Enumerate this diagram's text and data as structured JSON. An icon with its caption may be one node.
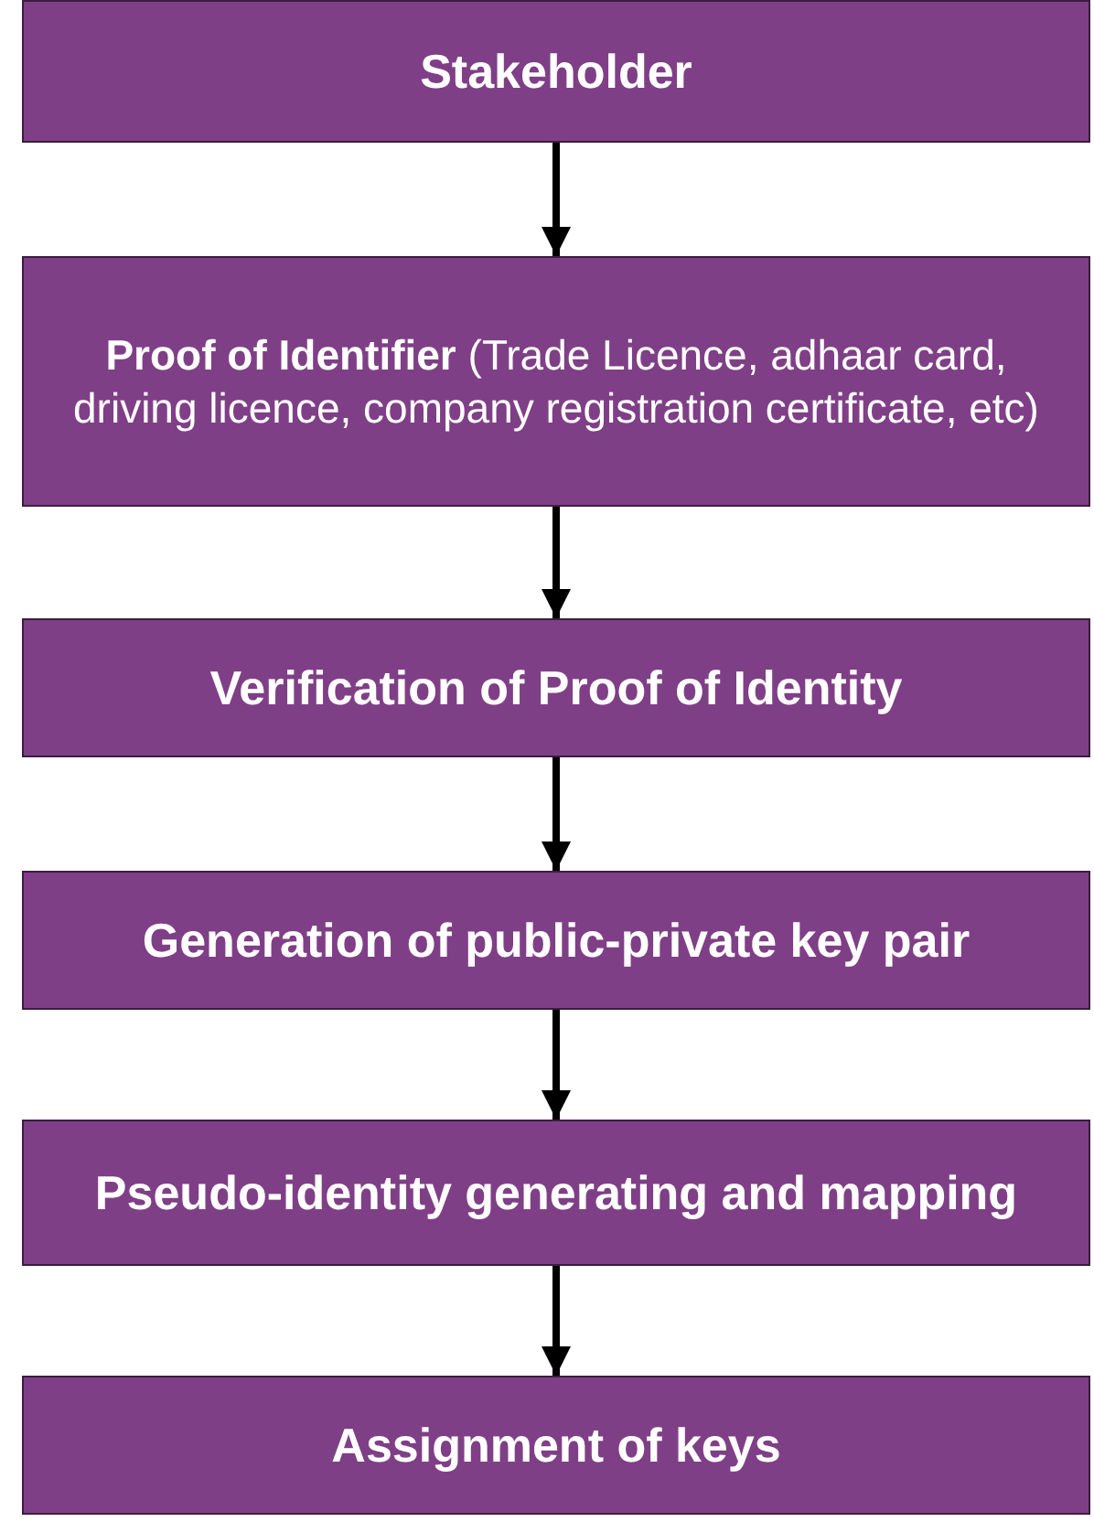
{
  "diagram": {
    "nodes": [
      {
        "text": [
          "Stakeholder"
        ]
      },
      {
        "text": [
          "**Proof of Identifier** (Trade Licence, adhaar card, driving licence, company registration certificate, etc)"
        ]
      },
      {
        "text": [
          "Verification of Proof of Identity"
        ]
      },
      {
        "text": [
          "Generation of public-private key pair"
        ]
      },
      {
        "text": [
          "Pseudo-identity generating and mapping"
        ]
      },
      {
        "text": [
          "Assignment of keys"
        ]
      }
    ],
    "edges": [
      {
        "from": 0,
        "to": 1,
        "arrow": "to"
      },
      {
        "from": 1,
        "to": 2,
        "arrow": "to"
      },
      {
        "from": 2,
        "to": 3,
        "arrow": "to"
      },
      {
        "from": 3,
        "to": 4,
        "arrow": "to"
      },
      {
        "from": 4,
        "to": 5,
        "arrow": "to"
      }
    ]
  }
}
